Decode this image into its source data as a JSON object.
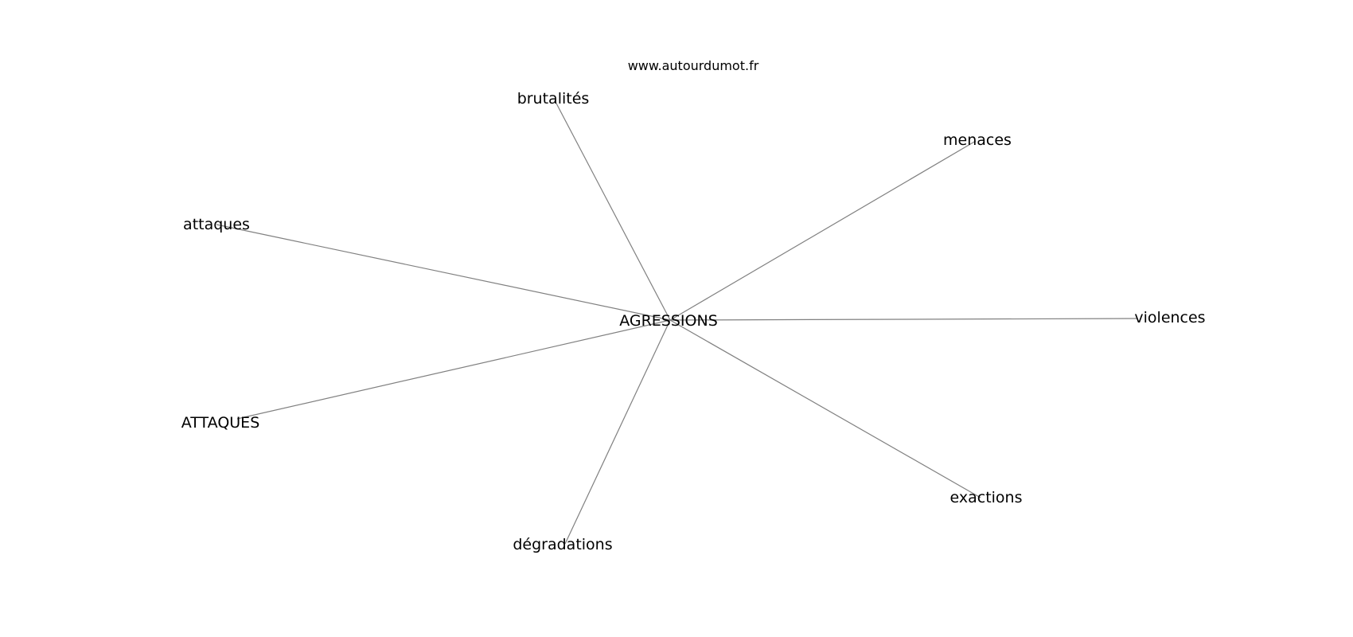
{
  "source": "www.autourdumot.fr",
  "graph": {
    "center": {
      "id": "agressions",
      "label": "AGRESSIONS"
    },
    "nodes": [
      {
        "id": "brutalites",
        "label": "brutalités"
      },
      {
        "id": "menaces",
        "label": "menaces"
      },
      {
        "id": "attaques",
        "label": "attaques"
      },
      {
        "id": "violences",
        "label": "violences"
      },
      {
        "id": "attaques-upper",
        "label": "ATTAQUES"
      },
      {
        "id": "exactions",
        "label": "exactions"
      },
      {
        "id": "degradations",
        "label": "dégradations"
      }
    ],
    "edges": [
      [
        "agressions",
        "brutalites"
      ],
      [
        "agressions",
        "menaces"
      ],
      [
        "agressions",
        "attaques"
      ],
      [
        "agressions",
        "violences"
      ],
      [
        "agressions",
        "attaques-upper"
      ],
      [
        "agressions",
        "exactions"
      ],
      [
        "agressions",
        "degradations"
      ]
    ],
    "colors": {
      "edge": "#808080",
      "text": "#000000",
      "background": "#ffffff"
    }
  }
}
